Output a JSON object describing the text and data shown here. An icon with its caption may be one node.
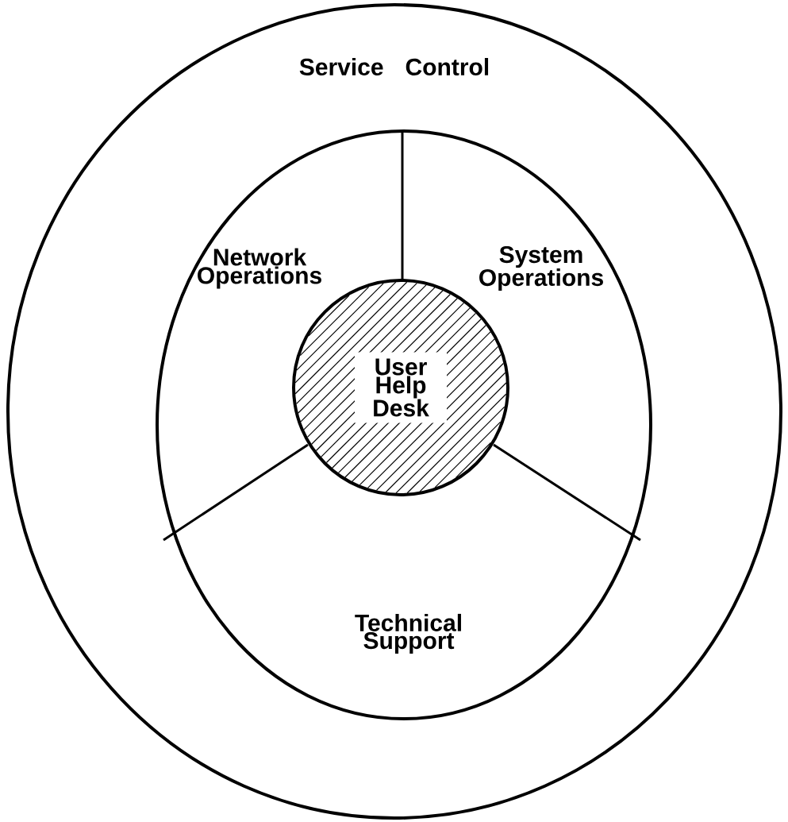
{
  "diagram": {
    "nodes": [
      {
        "text": [
          "Service Control"
        ]
      },
      {
        "text": [
          "Network Operations"
        ],
        "in": 0
      },
      {
        "text": [
          "System Operations"
        ],
        "in": 0
      },
      {
        "text": [
          "Technical Support"
        ],
        "in": 0
      },
      {
        "text": [
          "User Help Desk"
        ],
        "in": 0
      }
    ]
  }
}
